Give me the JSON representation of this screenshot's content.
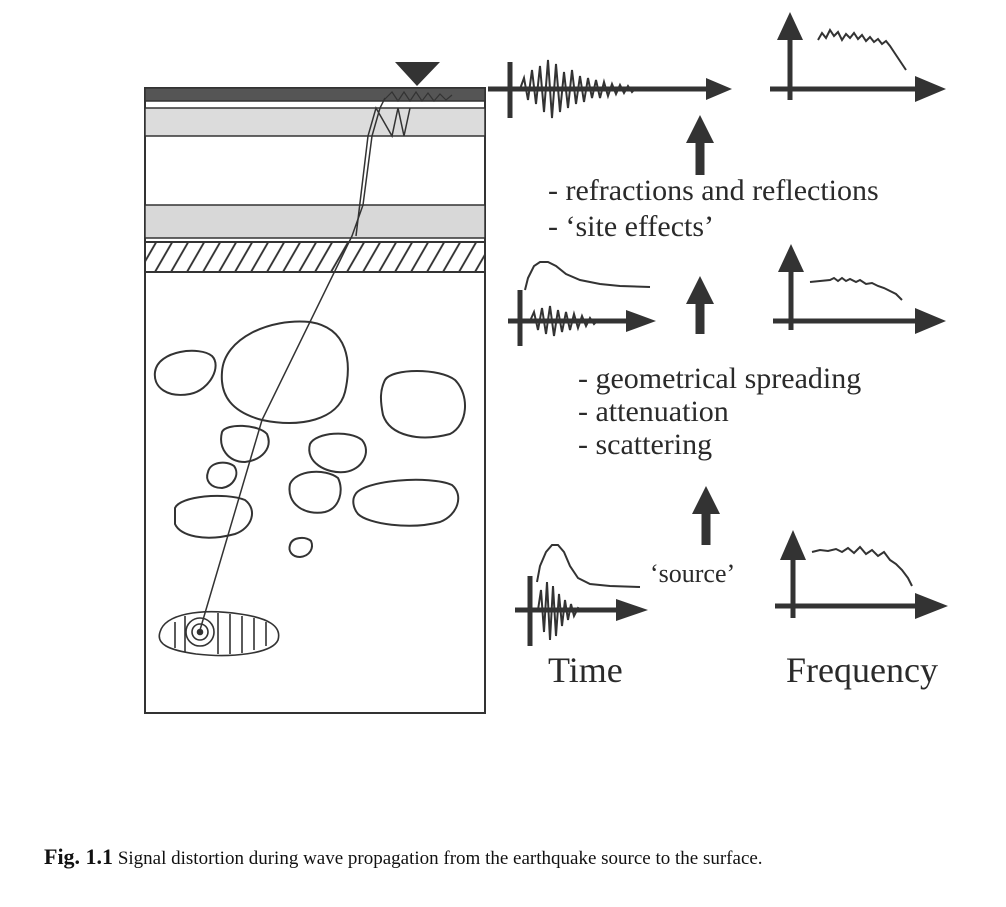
{
  "figure": {
    "processes": {
      "surface": [
        "- refractions and reflections",
        "- ‘site effects’"
      ],
      "path": [
        "- geometrical spreading",
        "- attenuation",
        "- scattering"
      ],
      "source": "‘source’"
    },
    "axis_labels": {
      "time": "Time",
      "frequency": "Frequency"
    },
    "icons": [
      "station-triangle-icon",
      "arrow-up-icon",
      "earthquake-source-icon"
    ]
  },
  "caption": {
    "number": "Fig. 1.1",
    "text": " Signal distortion during wave propagation from the earthquake source to the surface."
  }
}
